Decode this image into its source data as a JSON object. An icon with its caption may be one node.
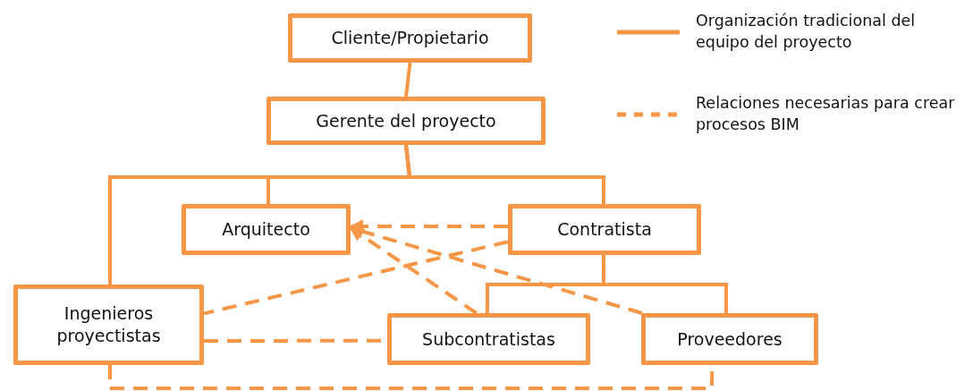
{
  "diagram": {
    "nodes": [
      {
        "text": [
          "Cliente/Propietario"
        ]
      },
      {
        "text": [
          "Gerente del proyecto"
        ]
      },
      {
        "text": [
          "Arquitecto"
        ]
      },
      {
        "text": [
          "Contratista"
        ]
      },
      {
        "text": [
          "Ingenieros proyectistas"
        ]
      },
      {
        "text": [
          "Subcontratistas"
        ]
      },
      {
        "text": [
          "Proveedores"
        ]
      }
    ],
    "edges": [
      {
        "from": 0,
        "to": 1,
        "arrow": "none"
      },
      {
        "from": 1,
        "to": 2,
        "arrow": "none"
      },
      {
        "from": 1,
        "to": 3,
        "arrow": "none"
      },
      {
        "from": 1,
        "to": 4,
        "arrow": "none"
      },
      {
        "from": 3,
        "to": 5,
        "arrow": "none"
      },
      {
        "from": 3,
        "to": 6,
        "arrow": "none"
      },
      {
        "from": 3,
        "to": 2,
        "arrow": "to",
        "style": "dashed"
      },
      {
        "from": 5,
        "to": 2,
        "arrow": "to",
        "style": "dashed"
      },
      {
        "from": 6,
        "to": 2,
        "arrow": "to",
        "style": "dashed"
      },
      {
        "from": 3,
        "to": 4,
        "arrow": "none",
        "style": "dashed"
      },
      {
        "from": 4,
        "to": 5,
        "arrow": "none",
        "style": "dashed"
      },
      {
        "from": 4,
        "to": 6,
        "arrow": "none",
        "style": "dashed"
      }
    ],
    "legend": [
      {
        "text": "Organización tradicional del equipo del proyecto"
      },
      {
        "text": "Relaciones necesarias para crear procesos BIM"
      }
    ]
  }
}
